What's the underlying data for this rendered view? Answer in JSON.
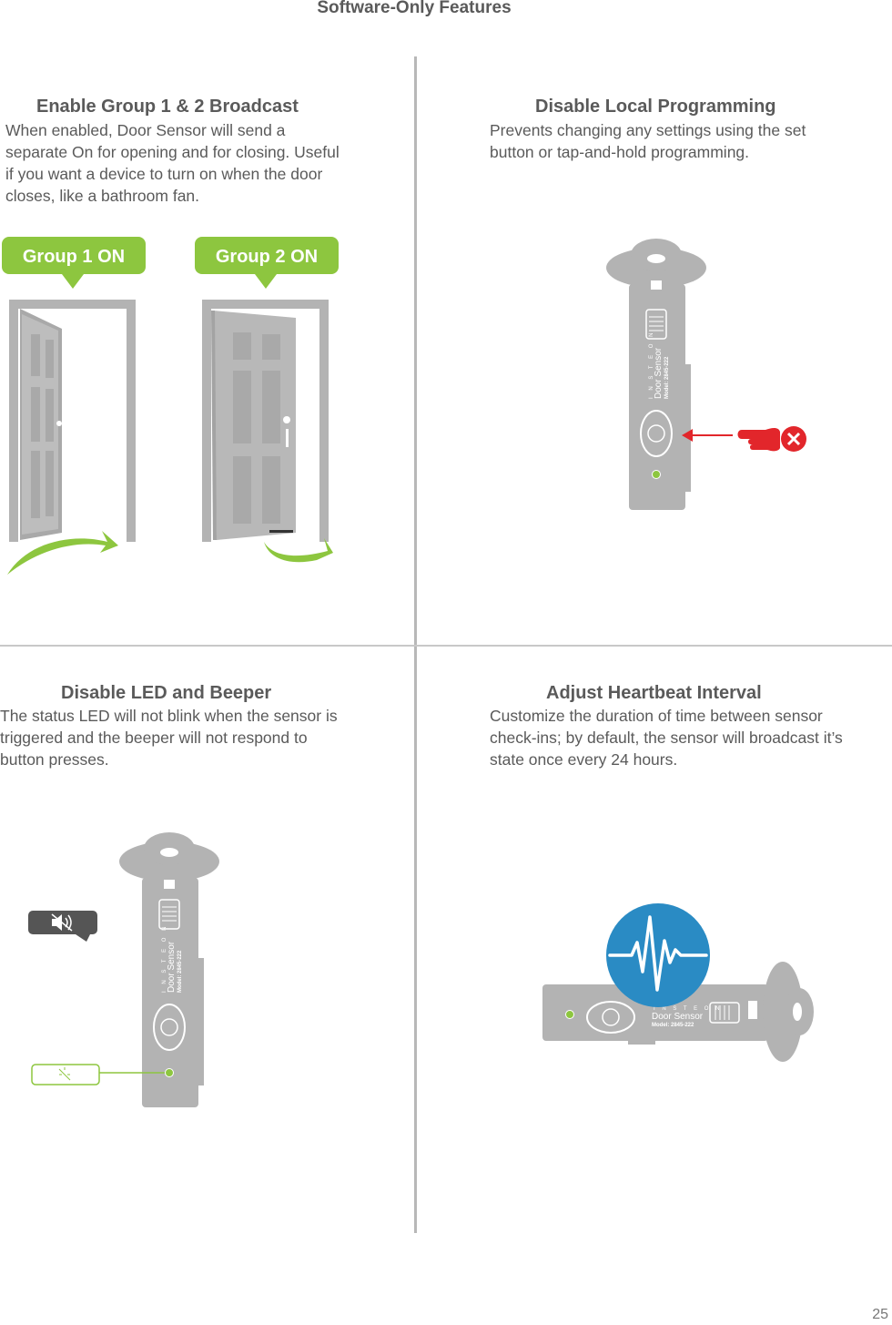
{
  "page": {
    "title": "Software-Only Features",
    "number": "25"
  },
  "colors": {
    "green": "#8dc63f",
    "gray": "#b3b3b3",
    "red": "#e2262b",
    "blue": "#2a8bc4",
    "divider": "#b8b8b8"
  },
  "sections": {
    "group_broadcast": {
      "title": "Enable Group 1 & 2 Broadcast",
      "body": "When enabled, Door Sensor will send a separate On for opening and for closing. Useful if you want a device to turn on when the door closes, like a bathroom fan.",
      "bubble1": "Group 1 ON",
      "bubble2": "Group 2 ON"
    },
    "local_programming": {
      "title": "Disable Local Programming",
      "body": "Prevents changing any settings using the set button or tap-and-hold programming."
    },
    "led_beeper": {
      "title": "Disable LED and Beeper",
      "body": "The status LED will not blink when the sensor is triggered and the beeper will not respond to button presses."
    },
    "heartbeat": {
      "title": "Adjust Heartbeat Interval",
      "body": "Customize the duration of time between sensor check-ins; by default, the sensor will broadcast it’s state once every 24 hours."
    }
  },
  "device": {
    "brand": "I N S T E O N",
    "name": "Door Sensor",
    "model": "Model: 2845-222"
  },
  "icons": {
    "mute": "speaker-muted-icon",
    "led_off": "led-off-icon",
    "disabled": "x-circle-icon",
    "pointer": "pointing-hand-icon",
    "heartbeat": "heartbeat-icon"
  }
}
